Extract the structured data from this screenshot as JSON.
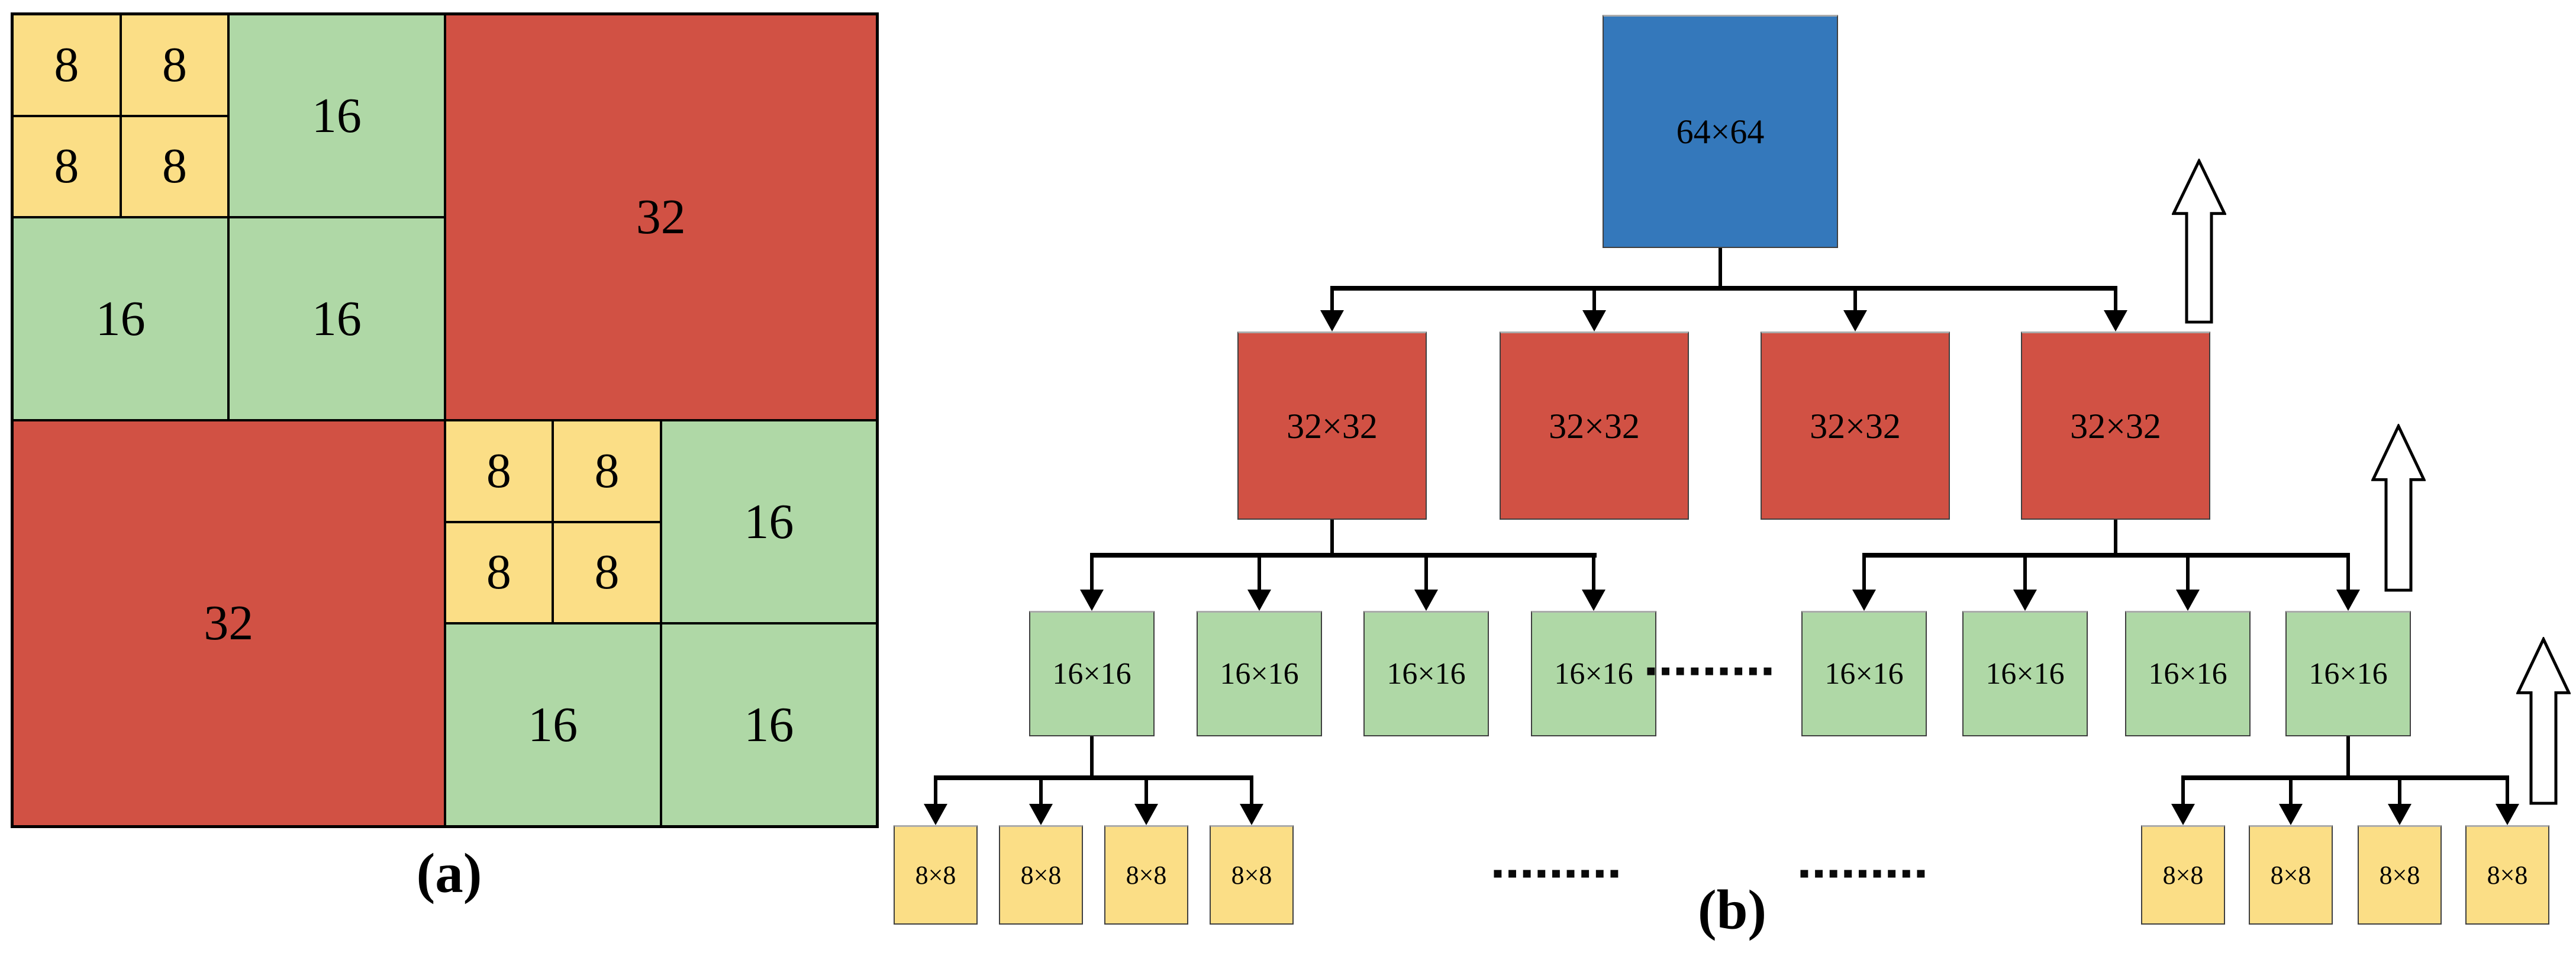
{
  "captions": {
    "a": "(a)",
    "b": "(b)"
  },
  "colors": {
    "block_8": "#FBDE86",
    "block_16": "#AFD8A6",
    "block_32": "#D15144",
    "block_64": "#3478BB",
    "connector": "#000000",
    "arrow_fill": "#FFFFFF"
  },
  "a": {
    "cells": [
      "8",
      "8",
      "8",
      "8",
      "16",
      "16",
      "16",
      "32",
      "32",
      "8",
      "8",
      "8",
      "8",
      "16",
      "16",
      "16"
    ]
  },
  "b": {
    "root": "64×64",
    "level2": [
      "32×32",
      "32×32",
      "32×32",
      "32×32"
    ],
    "level3_left": [
      "16×16",
      "16×16",
      "16×16",
      "16×16"
    ],
    "level3_right": [
      "16×16",
      "16×16",
      "16×16",
      "16×16"
    ],
    "level4_left": [
      "8×8",
      "8×8",
      "8×8",
      "8×8"
    ],
    "level4_right": [
      "8×8",
      "8×8",
      "8×8",
      "8×8"
    ],
    "ellipsis_level3": "▪▪▪▪▪▪▪▪▪",
    "ellipsis_level4_left": "▪▪▪▪▪▪▪▪▪",
    "ellipsis_level4_right": "▪▪▪▪▪▪▪▪▪"
  }
}
